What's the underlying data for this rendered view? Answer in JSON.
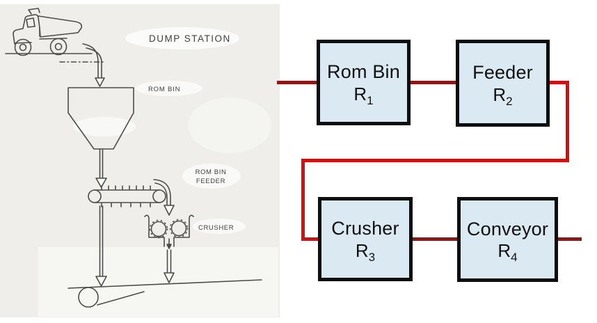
{
  "sketch": {
    "title": "DUMP STATION",
    "labels": {
      "rom_bin": "ROM BIN",
      "rom_bin_feeder_line1": "ROM BIN",
      "rom_bin_feeder_line2": "FEEDER",
      "crusher": "CRUSHER"
    }
  },
  "diagram": {
    "boxes": [
      {
        "label": "Rom Bin",
        "symbol": "R",
        "sub": "1"
      },
      {
        "label": "Feeder",
        "symbol": "R",
        "sub": "2"
      },
      {
        "label": "Crusher",
        "symbol": "R",
        "sub": "3"
      },
      {
        "label": "Conveyor",
        "symbol": "R",
        "sub": "4"
      }
    ],
    "colors": {
      "box_fill": "#dbe9f2",
      "box_border": "#0d0d0d",
      "connector_dark": "#8f1616",
      "connector_bright": "#d01111"
    }
  }
}
